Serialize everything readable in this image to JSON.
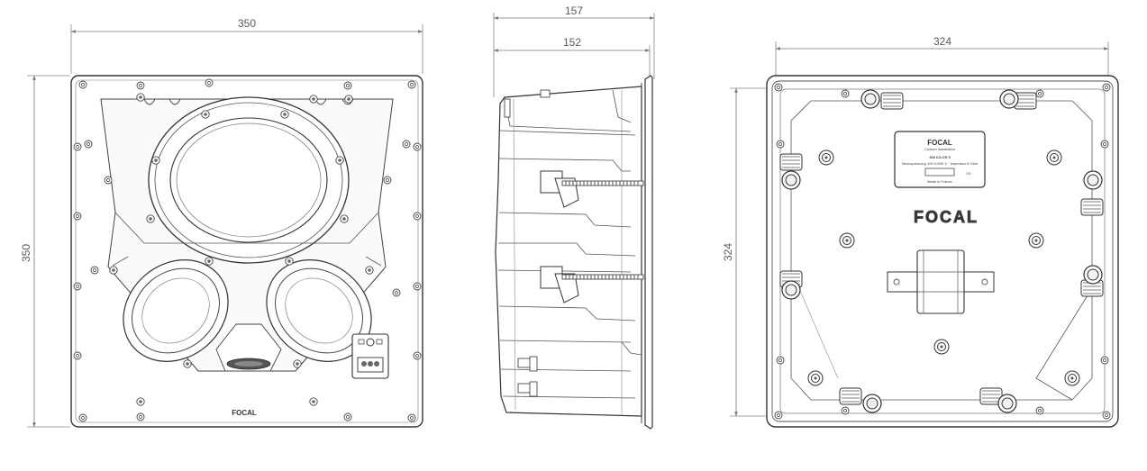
{
  "dimensions": {
    "front_width": "350",
    "front_height": "350",
    "side_outer_depth": "157",
    "side_inner_depth": "152",
    "back_width": "324",
    "back_height": "324"
  },
  "front_view": {
    "brand_logo": "FOCAL"
  },
  "back_view": {
    "label_brand": "FOCAL",
    "label_subbrand": "Custom Installation",
    "label_model": "300 ICLCR 5",
    "label_spec_line": "Nennspannung 100 V/400 V · Impedanz 8 Ohm",
    "label_ce_mark": "CE",
    "label_footer": "Made in France",
    "housing_logo": "FOCAL"
  }
}
